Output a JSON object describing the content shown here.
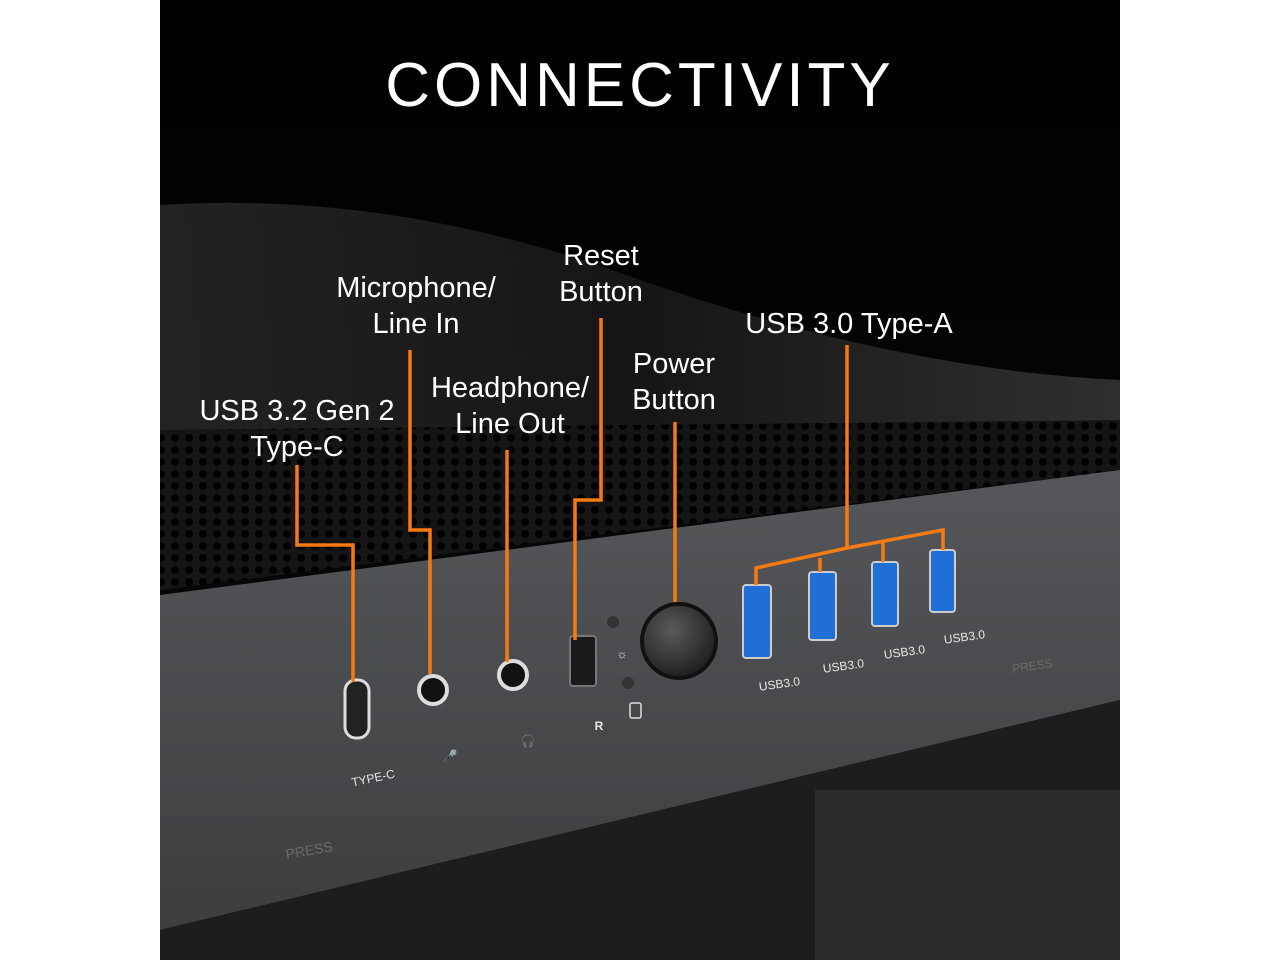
{
  "title": "CONNECTIVITY",
  "callouts": {
    "type_c": {
      "line1": "USB 3.2 Gen 2",
      "line2": "Type-C"
    },
    "mic": {
      "line1": "Microphone/",
      "line2": "Line In"
    },
    "headphone": {
      "line1": "Headphone/",
      "line2": "Line Out"
    },
    "reset": {
      "line1": "Reset",
      "line2": "Button"
    },
    "power": {
      "line1": "Power",
      "line2": "Button"
    },
    "usb_a": {
      "line1": "USB 3.0 Type-A"
    }
  },
  "panel_labels": {
    "type_c": "TYPE-C",
    "reset": "R",
    "usb": [
      "USB3.0",
      "USB3.0",
      "USB3.0",
      "USB3.0"
    ],
    "press": "PRESS"
  },
  "colors": {
    "accent": "#f47b12",
    "usb_blue": "#1f6fd6",
    "background": "#000000",
    "panel": "#4a4b4d"
  }
}
